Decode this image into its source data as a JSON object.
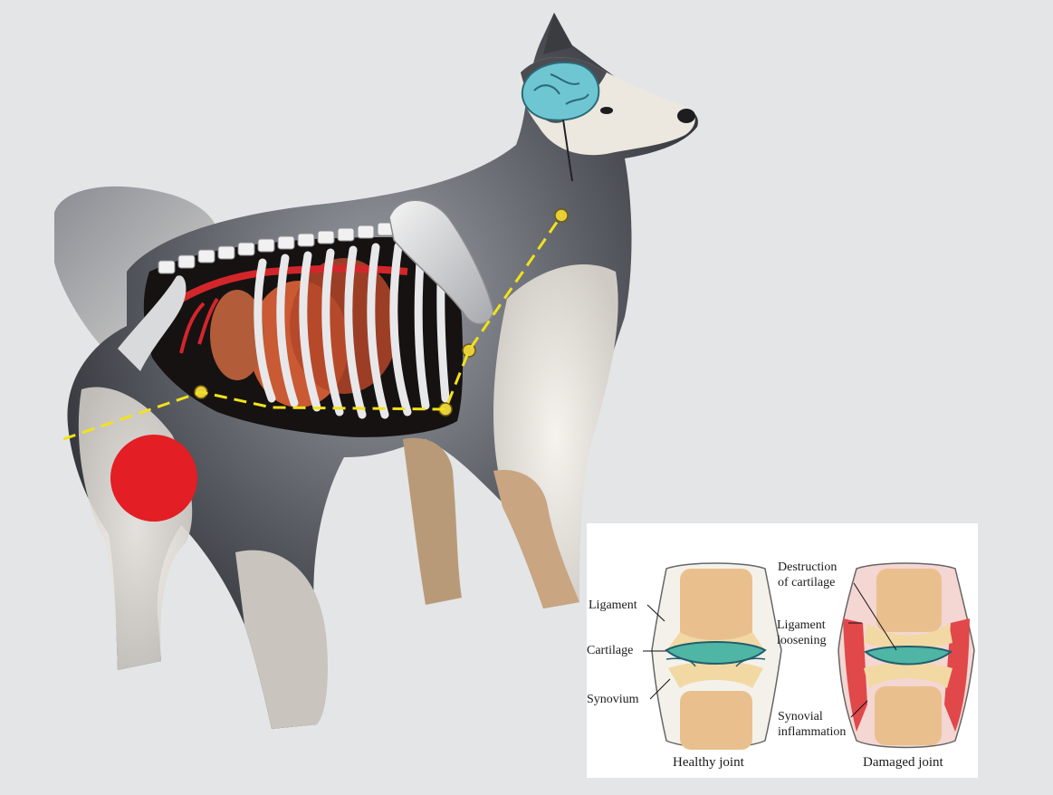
{
  "figure": {
    "subject": "husky-anatomy-overlay",
    "marker_color": "#e31e24",
    "path_color": "#f2e21a"
  },
  "inset": {
    "healthy_joint": {
      "caption": "Healthy joint",
      "labels": {
        "ligament": "Ligament",
        "cartilage": "Cartilage",
        "synovium": "Synovium"
      }
    },
    "damaged_joint": {
      "caption": "Damaged joint",
      "labels": {
        "destruction_line1": "Destruction",
        "destruction_line2": "of cartilage",
        "ligament_line1": "Ligament",
        "ligament_line2": "loosening",
        "synovial_line1": "Synovial",
        "synovial_line2": "inflammation"
      }
    },
    "colors": {
      "bone": "#f2d9a4",
      "cartilage": "#4fb5a4",
      "inflammation": "#e0484a"
    }
  }
}
